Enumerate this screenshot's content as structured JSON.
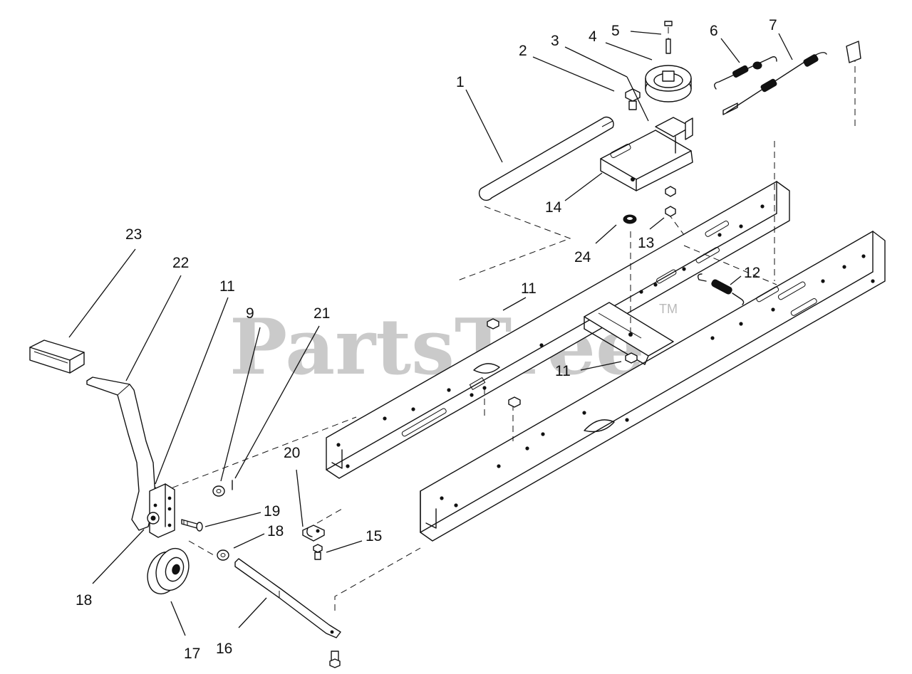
{
  "watermark": {
    "text": "PartsTree",
    "mark": "TM"
  },
  "callouts": {
    "c1": "1",
    "c2": "2",
    "c3": "3",
    "c4": "4",
    "c5": "5",
    "c6": "6",
    "c7": "7",
    "c9": "9",
    "c11a": "11",
    "c11b": "11",
    "c11c": "11",
    "c12": "12",
    "c13": "13",
    "c14": "14",
    "c15": "15",
    "c16": "16",
    "c17": "17",
    "c18a": "18",
    "c18b": "18",
    "c19": "19",
    "c20": "20",
    "c21": "21",
    "c22": "22",
    "c23": "23",
    "c24": "24"
  }
}
